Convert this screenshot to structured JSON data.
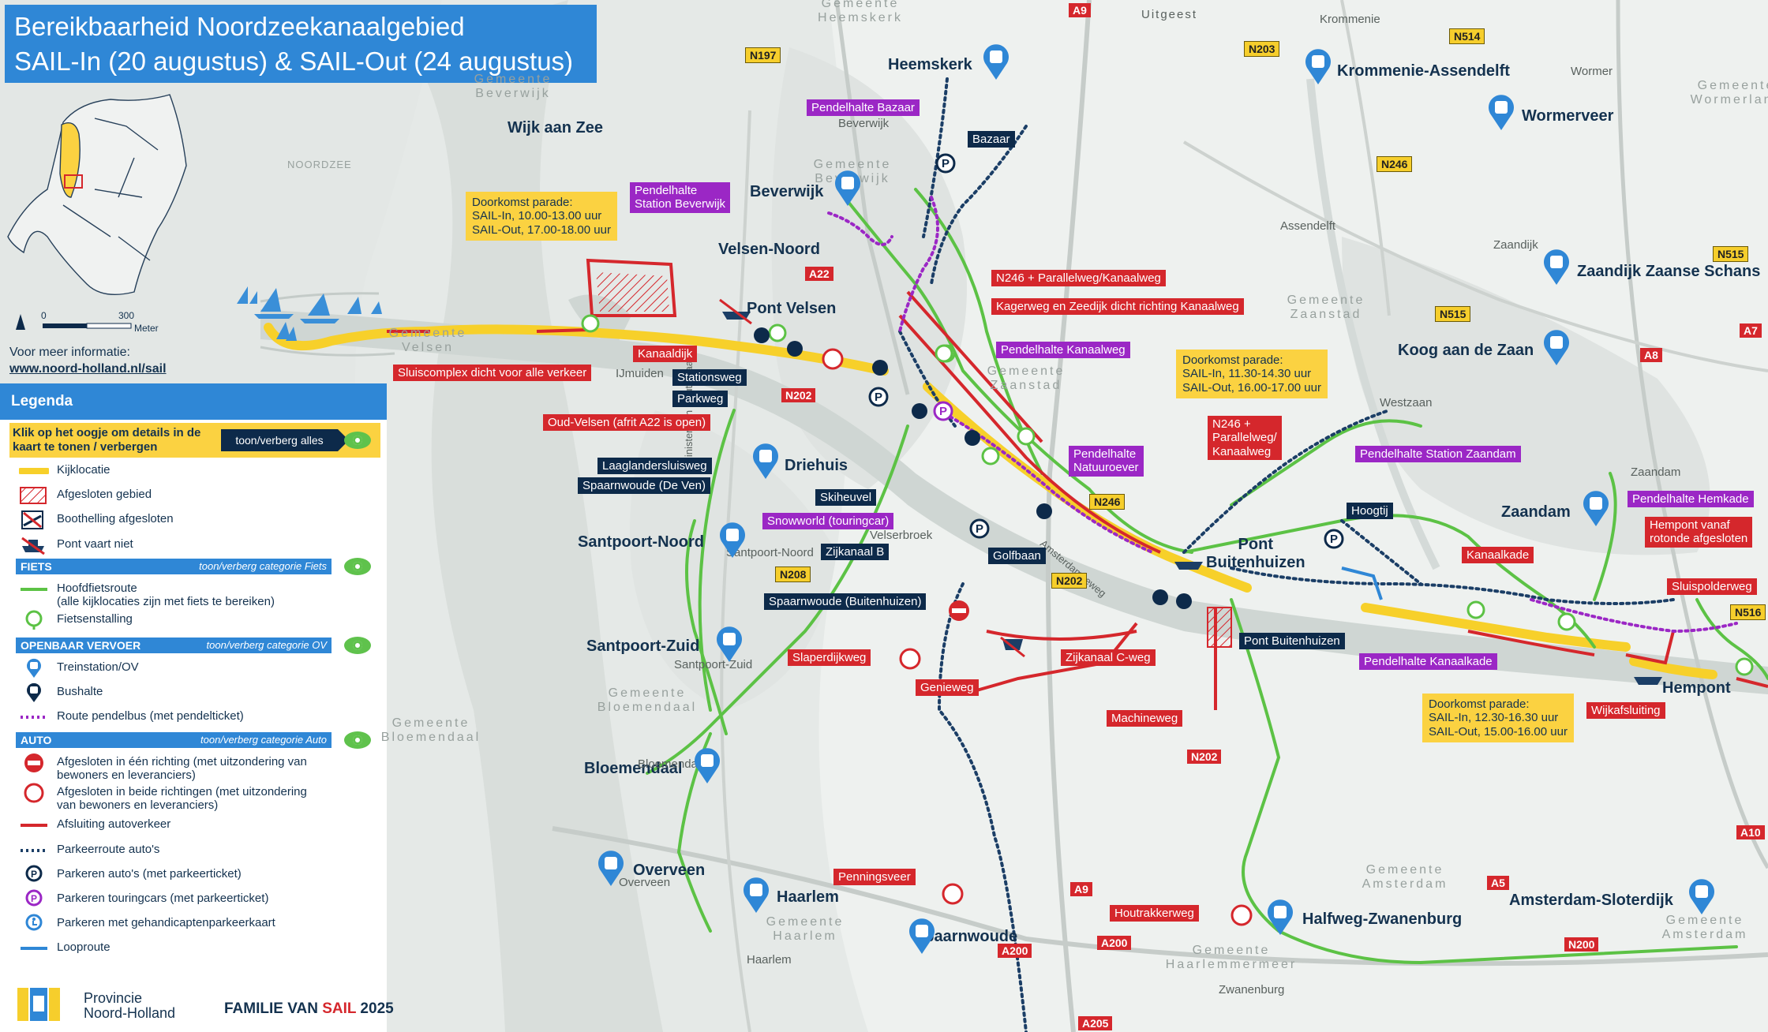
{
  "title": {
    "line1": "Bereikbaarheid Noordzeekanaalgebied",
    "line2": "SAIL-In (20 augustus) & SAIL-Out (24 augustus)"
  },
  "inset": {
    "sea_label": "NOORDZEE",
    "scale_start": "0",
    "scale_end": "300",
    "scale_unit": "Meter"
  },
  "info": {
    "label": "Voor meer informatie:",
    "url": "www.noord-holland.nl/sail"
  },
  "legend": {
    "header": "Legenda",
    "cta_text": "Klik op het oogje om details in de kaart te tonen / verbergen",
    "toggle_all": "toon/verberg alles",
    "items_general": [
      {
        "symbol": "yellow-line",
        "text": "Kijklocatie"
      },
      {
        "symbol": "hatched-area",
        "text": "Afgesloten gebied"
      },
      {
        "symbol": "ramp-closed",
        "text": "Boothelling afgesloten"
      },
      {
        "symbol": "ferry-not-running",
        "text": "Pont vaart niet"
      }
    ],
    "categories": [
      {
        "name": "FIETS",
        "toggle": "toon/verberg categorie Fiets",
        "items": [
          {
            "symbol": "green-line",
            "text": "Hoofdfietsroute",
            "text2": "(alle kijklocaties zijn met fiets te bereiken)"
          },
          {
            "symbol": "bike-parking",
            "text": "Fietsenstalling"
          }
        ]
      },
      {
        "name": "OPENBAAR VERVOER",
        "toggle": "toon/verberg categorie OV",
        "items": [
          {
            "symbol": "train-pin",
            "text": "Treinstation/OV"
          },
          {
            "symbol": "bus-pin",
            "text": "Bushalte"
          },
          {
            "symbol": "purple-dots",
            "text": "Route pendelbus (met pendelticket)"
          }
        ]
      },
      {
        "name": "AUTO",
        "toggle": "toon/verberg categorie Auto",
        "items": [
          {
            "symbol": "no-entry",
            "text": "Afgesloten in één richting (met uitzondering van",
            "text2": "bewoners en leveranciers)"
          },
          {
            "symbol": "red-circle",
            "text": "Afgesloten in beide richtingen (met uitzondering",
            "text2": "van bewoners en leveranciers)"
          },
          {
            "symbol": "red-line",
            "text": "Afsluiting autoverkeer"
          },
          {
            "symbol": "navy-dots",
            "text": "Parkeerroute auto's"
          },
          {
            "symbol": "parking-navy",
            "text": "Parkeren auto's (met parkeerticket)"
          },
          {
            "symbol": "parking-purple",
            "text": "Parkeren touringcars (met parkeerticket)"
          },
          {
            "symbol": "parking-disabled",
            "text": "Parkeren met gehandicaptenparkeerkaart"
          },
          {
            "symbol": "blue-line",
            "text": "Looproute"
          }
        ]
      }
    ],
    "logo_nh": "Provincie Noord-Holland",
    "logo_nh_line1": "Provincie",
    "logo_nh_line2": "Noord-Holland",
    "logo_sail_prefix": "FAMILIE VAN ",
    "logo_sail_brand": "SAIL",
    "logo_sail_year": " 2025"
  },
  "places": [
    {
      "id": "heemskerk",
      "text": "Heemskerk"
    },
    {
      "id": "krommenie",
      "text": "Krommenie-Assendelft"
    },
    {
      "id": "wormerveer",
      "text": "Wormerveer"
    },
    {
      "id": "wijkaanzee",
      "text": "Wijk aan Zee"
    },
    {
      "id": "beverwijk",
      "text": "Beverwijk"
    },
    {
      "id": "velsennoord",
      "text": "Velsen-Noord"
    },
    {
      "id": "pontvelsen",
      "text": "Pont Velsen"
    },
    {
      "id": "zaandijk",
      "text": "Zaandijk Zaanse Schans"
    },
    {
      "id": "koog",
      "text": "Koog aan de Zaan"
    },
    {
      "id": "driehuis",
      "text": "Driehuis"
    },
    {
      "id": "santpoortnoord",
      "text": "Santpoort-Noord"
    },
    {
      "id": "santpoortzuid",
      "text": "Santpoort-Zuid"
    },
    {
      "id": "bloemendaal",
      "text": "Bloemendaal"
    },
    {
      "id": "overveen",
      "text": "Overveen"
    },
    {
      "id": "haarlem",
      "text": "Haarlem"
    },
    {
      "id": "spaarnwoude",
      "text": "Spaarnwoude"
    },
    {
      "id": "halfweg",
      "text": "Halfweg-Zwanenburg"
    },
    {
      "id": "sloterdijk",
      "text": "Amsterdam-Sloterdijk"
    },
    {
      "id": "zaandam",
      "text": "Zaandam"
    },
    {
      "id": "pontbuitenhuizen",
      "text": "Pont\nBuitenhuizen"
    },
    {
      "id": "hempont",
      "text": "Hempont"
    }
  ],
  "municipalities": [
    {
      "id": "m-heemskerk",
      "text": "Gemeente Heemskerk"
    },
    {
      "id": "m-beverwijk",
      "text": "Gemeente Beverwijk"
    },
    {
      "id": "m-beverwijk2",
      "text": "Gemeente Beverwijk"
    },
    {
      "id": "m-velsen",
      "text": "Gemeente Velsen"
    },
    {
      "id": "m-zaanstad",
      "text": "Gemeente Zaanstad"
    },
    {
      "id": "m-zaanstad2",
      "text": "Gemeente Zaanstad"
    },
    {
      "id": "m-wormerland",
      "text": "Gemeente Wormerland"
    },
    {
      "id": "m-bloemendaal",
      "text": "Gemeente Bloemendaal"
    },
    {
      "id": "m-bloemendaal2",
      "text": "Gemeente Bloemendaal"
    },
    {
      "id": "m-haarlem",
      "text": "Gemeente Haarlem"
    },
    {
      "id": "m-amsterdam",
      "text": "Gemeente Amsterdam"
    },
    {
      "id": "m-amsterdam2",
      "text": "Gemeente Amsterdam"
    },
    {
      "id": "m-haarlemmermeer",
      "text": "Gemeente Haarlemmermeer"
    }
  ],
  "small_places": [
    {
      "id": "uitgeest",
      "text": "Uitgeest"
    },
    {
      "id": "krommenie2",
      "text": "Krommenie"
    },
    {
      "id": "wormer",
      "text": "Wormer"
    },
    {
      "id": "assendelft",
      "text": "Assendelft"
    },
    {
      "id": "zaandijk2",
      "text": "Zaandijk"
    },
    {
      "id": "westzaan",
      "text": "Westzaan"
    },
    {
      "id": "zaandam2",
      "text": "Zaandam"
    },
    {
      "id": "ijmuiden",
      "text": "IJmuiden"
    },
    {
      "id": "velserbroek",
      "text": "Velserbroek"
    },
    {
      "id": "zwanenburg",
      "text": "Zwanenburg"
    },
    {
      "id": "haarlem2",
      "text": "Haarlem"
    },
    {
      "id": "overveen2",
      "text": "Overveen"
    },
    {
      "id": "bloemendaal2",
      "text": "Bloemendaal"
    },
    {
      "id": "santpoortzuid2",
      "text": "Santpoort-Zuid"
    },
    {
      "id": "santpoortnoord2",
      "text": "Santpoort-Noord"
    },
    {
      "id": "ministerweg",
      "text": "Minister van Houtenlaan"
    },
    {
      "id": "amsterdamseweg",
      "text": "Amsterdamseweg"
    },
    {
      "id": "beverwijk3",
      "text": "Beverwijk"
    }
  ],
  "roads": [
    {
      "id": "A9-top",
      "text": "A9"
    },
    {
      "id": "N197",
      "text": "N197"
    },
    {
      "id": "N203",
      "text": "N203"
    },
    {
      "id": "N514",
      "text": "N514"
    },
    {
      "id": "N246-top",
      "text": "N246"
    },
    {
      "id": "N515-r",
      "text": "N515"
    },
    {
      "id": "N515",
      "text": "N515"
    },
    {
      "id": "A7",
      "text": "A7"
    },
    {
      "id": "A8",
      "text": "A8"
    },
    {
      "id": "A22",
      "text": "A22"
    },
    {
      "id": "N202-a",
      "text": "N202"
    },
    {
      "id": "N246",
      "text": "N246"
    },
    {
      "id": "N202-b",
      "text": "N202"
    },
    {
      "id": "N208",
      "text": "N208"
    },
    {
      "id": "N516",
      "text": "N516"
    },
    {
      "id": "N202-c",
      "text": "N202"
    },
    {
      "id": "A10",
      "text": "A10"
    },
    {
      "id": "A5",
      "text": "A5"
    },
    {
      "id": "A9-bot",
      "text": "A9"
    },
    {
      "id": "A200-a",
      "text": "A200"
    },
    {
      "id": "A200-b",
      "text": "A200"
    },
    {
      "id": "N200",
      "text": "N200"
    },
    {
      "id": "A205",
      "text": "A205"
    }
  ],
  "labels": [
    {
      "id": "doorkomst1",
      "style": "yellow",
      "lines": [
        "Doorkomst parade:",
        "SAIL-In, 10.00-13.00 uur",
        "SAIL-Out, 17.00-18.00 uur"
      ]
    },
    {
      "id": "doorkomst2",
      "style": "yellow",
      "lines": [
        "Doorkomst parade:",
        "SAIL-In, 11.30-14.30 uur",
        "SAIL-Out, 16.00-17.00 uur"
      ]
    },
    {
      "id": "doorkomst3",
      "style": "yellow",
      "lines": [
        "Doorkomst parade:",
        "SAIL-In, 12.30-16.30 uur",
        "SAIL-Out, 15.00-16.00 uur"
      ]
    },
    {
      "id": "pendel-bazaar",
      "style": "purple",
      "lines": [
        "Pendelhalte Bazaar"
      ]
    },
    {
      "id": "pendel-beverwijk",
      "style": "purple",
      "lines": [
        "Pendelhalte",
        "Station Beverwijk"
      ]
    },
    {
      "id": "pendel-kanaalweg",
      "style": "purple",
      "lines": [
        "Pendelhalte Kanaalweg"
      ]
    },
    {
      "id": "pendel-natuuroever",
      "style": "purple",
      "lines": [
        "Pendelhalte",
        "Natuuroever"
      ]
    },
    {
      "id": "pendel-zaandam",
      "style": "purple",
      "lines": [
        "Pendelhalte Station Zaandam"
      ]
    },
    {
      "id": "pendel-hemkade",
      "style": "purple",
      "lines": [
        "Pendelhalte Hemkade"
      ]
    },
    {
      "id": "pendel-kanaalkade",
      "style": "purple",
      "lines": [
        "Pendelhalte Kanaalkade"
      ]
    },
    {
      "id": "snowworld",
      "style": "purple",
      "lines": [
        "Snowworld (touringcar)"
      ]
    },
    {
      "id": "bazaar",
      "style": "navy",
      "lines": [
        "Bazaar"
      ]
    },
    {
      "id": "stationsweg",
      "style": "navy",
      "lines": [
        "Stationsweg"
      ]
    },
    {
      "id": "parkweg",
      "style": "navy",
      "lines": [
        "Parkweg"
      ]
    },
    {
      "id": "laaglanders",
      "style": "navy",
      "lines": [
        "Laaglandersluisweg"
      ]
    },
    {
      "id": "spaarnwoude-den-ven",
      "style": "navy",
      "lines": [
        "Spaarnwoude (De Ven)"
      ]
    },
    {
      "id": "skiheuvel",
      "style": "navy",
      "lines": [
        "Skiheuvel"
      ]
    },
    {
      "id": "zijkanaalb",
      "style": "navy",
      "lines": [
        "Zijkanaal B"
      ]
    },
    {
      "id": "golfbaan",
      "style": "navy",
      "lines": [
        "Golfbaan"
      ]
    },
    {
      "id": "spaarnwoude-bh",
      "style": "navy",
      "lines": [
        "Spaarnwoude (Buitenhuizen)"
      ]
    },
    {
      "id": "hoogtij",
      "style": "navy",
      "lines": [
        "Hoogtij"
      ]
    },
    {
      "id": "pont-bh",
      "style": "navy",
      "lines": [
        "Pont Buitenhuizen"
      ]
    },
    {
      "id": "n246-parallel",
      "style": "red",
      "lines": [
        "N246 + Parallelweg/Kanaalweg"
      ]
    },
    {
      "id": "kagerweg",
      "style": "red",
      "lines": [
        "Kagerweg en Zeedijk dicht richting Kanaalweg"
      ]
    },
    {
      "id": "kanaaldijk",
      "style": "red",
      "lines": [
        "Kanaaldijk"
      ]
    },
    {
      "id": "sluiscomplex",
      "style": "red",
      "lines": [
        "Sluiscomplex dicht voor alle verkeer"
      ]
    },
    {
      "id": "oudvelsen",
      "style": "red",
      "lines": [
        "Oud-Velsen (afrit A22 is open)"
      ]
    },
    {
      "id": "n246-parallel2",
      "style": "red",
      "lines": [
        "N246 +",
        "Parallelweg/",
        "Kanaalweg"
      ]
    },
    {
      "id": "kanaalkade",
      "style": "red",
      "lines": [
        "Kanaalkade"
      ]
    },
    {
      "id": "hempont-vanaf",
      "style": "red",
      "lines": [
        "Hempont vanaf",
        "rotonde afgesloten"
      ]
    },
    {
      "id": "sluispolderweg",
      "style": "red",
      "lines": [
        "Sluispolderweg"
      ]
    },
    {
      "id": "slaperdijkweg",
      "style": "red",
      "lines": [
        "Slaperdijkweg"
      ]
    },
    {
      "id": "genieweg",
      "style": "red",
      "lines": [
        "Genieweg"
      ]
    },
    {
      "id": "zijkanaalc",
      "style": "red",
      "lines": [
        "Zijkanaal C-weg"
      ]
    },
    {
      "id": "machineweg",
      "style": "red",
      "lines": [
        "Machineweg"
      ]
    },
    {
      "id": "wijkafsluiting",
      "style": "red",
      "lines": [
        "Wijkafsluiting"
      ]
    },
    {
      "id": "penningsveer",
      "style": "red",
      "lines": [
        "Penningsveer"
      ]
    },
    {
      "id": "houtrakkerweg",
      "style": "red",
      "lines": [
        "Houtrakkerweg"
      ]
    }
  ]
}
